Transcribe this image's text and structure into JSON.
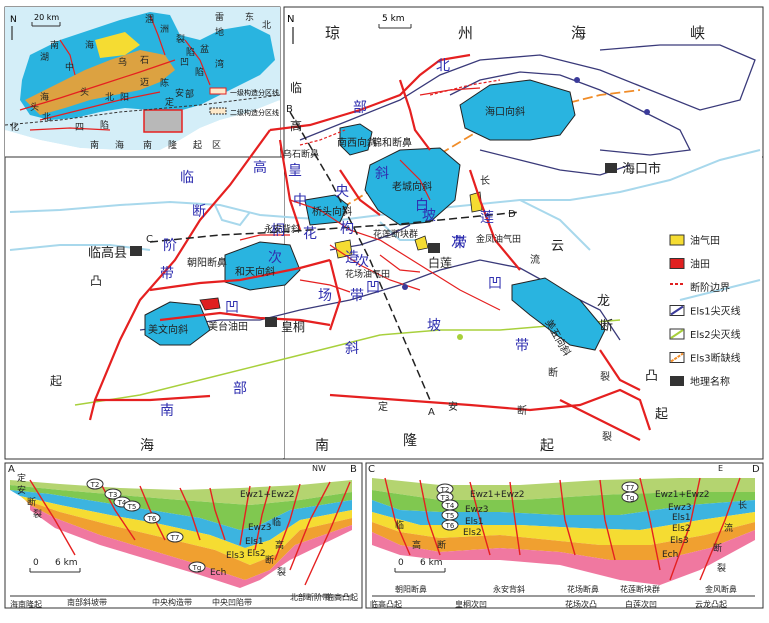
{
  "inset": {
    "scale_label": "20 km",
    "north": "N",
    "labels": [
      "涠",
      "洲",
      "裂",
      "陷",
      "南",
      "湖",
      "海",
      "中",
      "乌",
      "石",
      "凹",
      "陷",
      "迈",
      "陈",
      "海",
      "头",
      "北",
      "北",
      "部",
      "湾",
      "盆",
      "地",
      "雷",
      "东",
      "北",
      "化",
      "四",
      "陷",
      "定",
      "安",
      "南",
      "海",
      "南",
      "隆",
      "起",
      "区",
      "阳",
      "头"
    ]
  },
  "inset_legend": {
    "first_order": "一级构造分区线",
    "second_order": "二级构造分区线"
  },
  "main_map": {
    "north": "N",
    "scale_label": "5 km",
    "strait": [
      "琼",
      "州",
      "海",
      "峡"
    ],
    "north_slope": [
      "北",
      "部",
      "斜",
      "坡",
      "带"
    ],
    "lingao_high": [
      "临",
      "高",
      "断",
      "阶",
      "带"
    ],
    "south_slope": [
      "南",
      "部",
      "斜",
      "坡",
      "带"
    ],
    "central": [
      "中",
      "央",
      "构",
      "造",
      "带"
    ],
    "fushan_sag": [
      "皇",
      "桐",
      "次",
      "凹"
    ],
    "huachang_sag": [
      "花",
      "场",
      "次",
      "凹"
    ],
    "bailian_sag": [
      "白",
      "莲",
      "次",
      "凹"
    ],
    "yunlong": [
      "云",
      "龙",
      "断",
      "凸",
      "起"
    ],
    "lingao_uplift": [
      "临",
      "高",
      "凸",
      "起"
    ],
    "hainan_uplift": [
      "海",
      "南",
      "隆",
      "起"
    ],
    "dingan_fault": [
      "定",
      "安",
      "断",
      "裂"
    ],
    "changliu_fault": [
      "长",
      "流",
      "断",
      "裂"
    ],
    "features": {
      "haikou_syncline": "海口向斜",
      "laocheng_syncline": "老城向斜",
      "yongan": "永安背斜",
      "qiaotou": "桥头向斜",
      "hetian": "和天向斜",
      "meiwen": "美文向斜",
      "meitai": "美台油田",
      "huachang": "花场油气田",
      "hualian": "花莲断块群",
      "jinfeng": "金凤油气田",
      "meiwan": "美五向斜",
      "chaoyang": "朝阳断鼻",
      "nanxi": "南西向斜",
      "jinhe": "锦和断鼻",
      "wushi": "乌石断鼻"
    },
    "places": [
      "海口市",
      "临高县",
      "白莲",
      "皇桐"
    ],
    "section_points": [
      "A",
      "B",
      "C",
      "D"
    ]
  },
  "legend": {
    "items": [
      "油气田",
      "油田",
      "断阶边界",
      "Els1尖灭线",
      "Els2尖灭线",
      "Els3断缺线",
      "地理名称"
    ],
    "colors": [
      "#f5dc32",
      "#e02020",
      "#e02020",
      "#3a3a9a",
      "#a8d03c",
      "#f08c28",
      "#333333"
    ]
  },
  "section_ab": {
    "end_left": "A",
    "end_right": "B",
    "nw": "NW",
    "scale": "6 km",
    "left_labels": [
      "定",
      "安",
      "断",
      "裂"
    ],
    "right_labels": [
      "临",
      "高",
      "断",
      "裂"
    ],
    "layers": [
      "Ewz1+Ewz2",
      "Ewz3",
      "Els1",
      "Els2",
      "Els3",
      "Ech"
    ],
    "markers": [
      "T2",
      "T3",
      "T4",
      "T5",
      "T6",
      "T7",
      "Tg"
    ],
    "bottom_zones": [
      "海南隆起",
      "南部斜坡带",
      "中央构造带",
      "中央凹陷带",
      "北部断阶带",
      "临高凸起"
    ]
  },
  "section_cd": {
    "end_left": "C",
    "end_right": "D",
    "east": "E",
    "scale": "6 km",
    "left_labels": [
      "临",
      "高",
      "断",
      "裂"
    ],
    "right_labels": [
      "长",
      "流",
      "断",
      "裂"
    ],
    "layers": [
      "Ewz1+Ewz2",
      "Ewz3",
      "Els1",
      "Els2",
      "Els3",
      "Ech"
    ],
    "markers": [
      "T2",
      "T3",
      "T4",
      "T5",
      "T6",
      "T7",
      "Tg"
    ],
    "top_zones": [
      "朝阳断鼻",
      "永安背斜",
      "花场断鼻",
      "花莲断块群",
      "金风断鼻"
    ],
    "bottom_zones": [
      "临高凸起",
      "皇桐次凹",
      "花场次凸",
      "白莲次凹",
      "云龙凸起"
    ]
  },
  "colors": {
    "sea": "#d4eef8",
    "syncline": "#29b4e0",
    "fault": "#e52020",
    "frame": "#333333",
    "label_blue": "#3030b0"
  }
}
